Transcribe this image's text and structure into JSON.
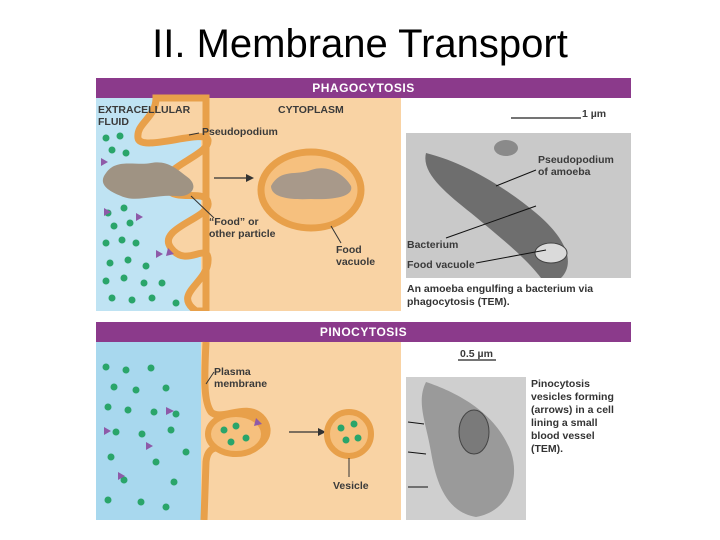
{
  "slide": {
    "title": "II. Membrane Transport"
  },
  "phagocytosis": {
    "header": "PHAGOCYTOSIS",
    "extracellular_label": "EXTRACELLULAR\nFLUID",
    "cytoplasm_label": "CYTOPLASM",
    "pseudopodium_label": "Pseudopodium",
    "food_label": "“Food” or\nother particle",
    "food_vacuole_label": "Food\nvacuole",
    "scale_label": "1 µm",
    "micrograph_pseudopodium": "Pseudopodium\nof amoeba",
    "micrograph_bacterium": "Bacterium",
    "micrograph_food_vacuole": "Food vacuole",
    "caption": "An amoeba engulfing a bacterium via\nphagocytosis (TEM)."
  },
  "pinocytosis": {
    "header": "PINOCYTOSIS",
    "plasma_membrane_label": "Plasma\nmembrane",
    "vesicle_label": "Vesicle",
    "scale_label": "0.5 µm",
    "caption": "Pinocytosis\nvesicles forming\n(arrows) in a cell\nlining a small\nblood vessel\n(TEM)."
  },
  "colors": {
    "header_bar": "#8b3a8b",
    "extracellular": "#a8d8ee",
    "cytoplasm": "#f9d3a4",
    "membrane": "#e8a04a",
    "particle_green": "#2aa56a",
    "particle_purple": "#8e5aa8"
  }
}
